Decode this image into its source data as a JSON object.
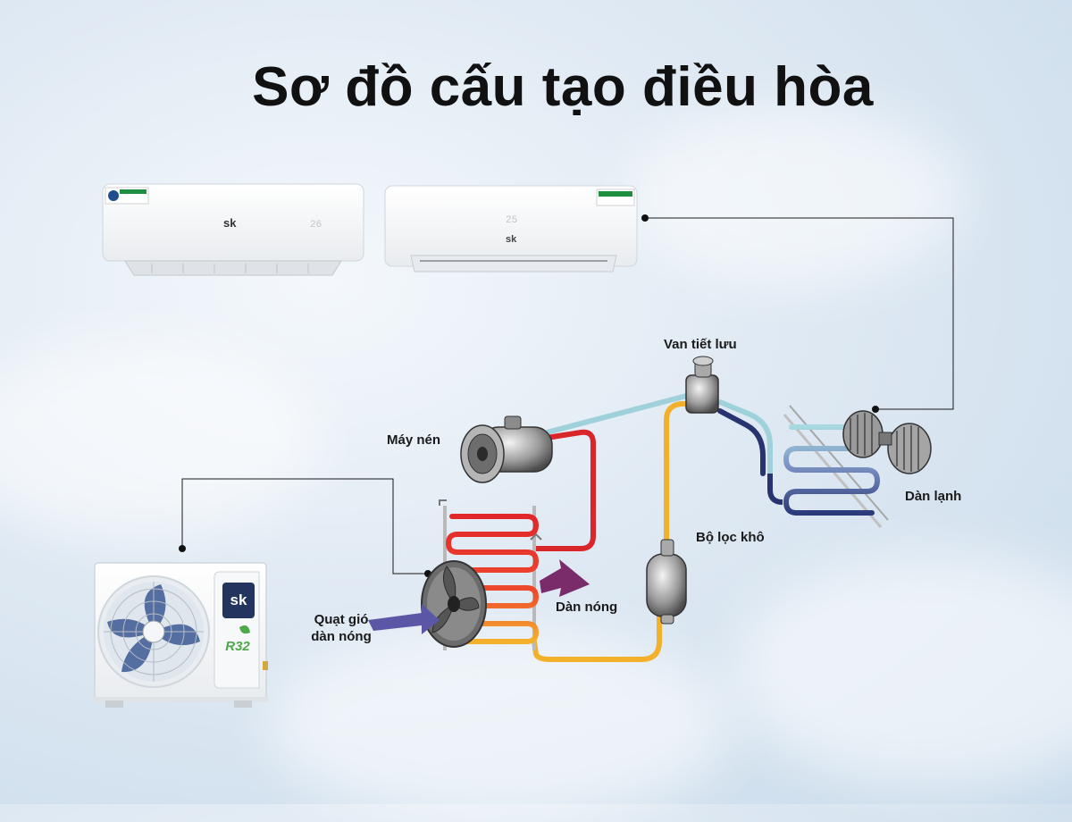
{
  "title": "Sơ đồ cấu tạo điều hòa",
  "brand": "sk",
  "refrigerant_badge": "R32",
  "indoor_display_1": "26",
  "indoor_display_2": "25",
  "labels": {
    "expansion_valve": "Van tiết lưu",
    "compressor": "Máy nén",
    "evaporator": "Dàn lạnh",
    "dryer_filter": "Bộ lọc khô",
    "condenser": "Dàn nóng",
    "condenser_fan_line1": "Quạt gió",
    "condenser_fan_line2": "dàn nóng"
  },
  "colors": {
    "hot_line": "#d9262b",
    "liquid_line": "#f3b12b",
    "cold_line": "#27346f",
    "suction_line": "#9fd1da",
    "hot_air_arrow": "#7a2b6a",
    "cool_air_arrow": "#5a58a6",
    "brand_badge": "#23345f"
  }
}
